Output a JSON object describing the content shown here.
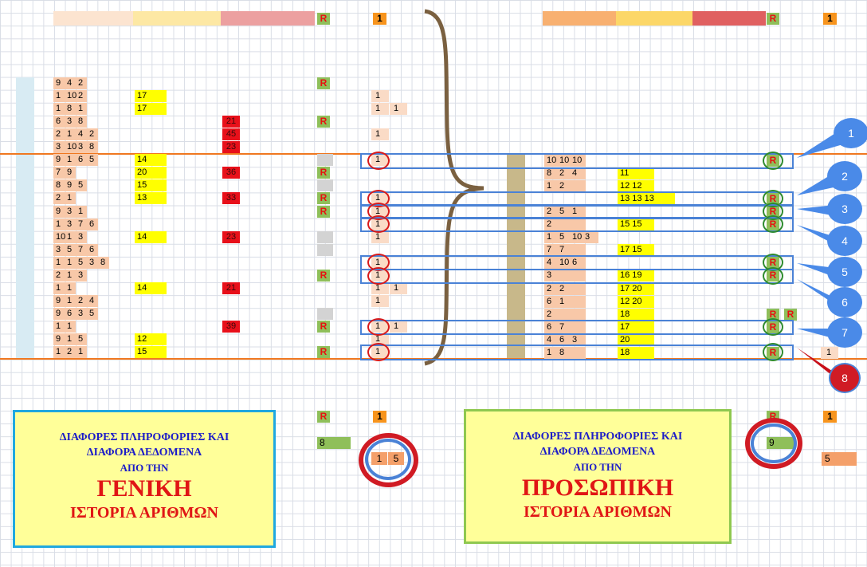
{
  "colors": {
    "number_cell": "#f8c8a8",
    "yellow_cell": "#ffff00",
    "red_cell": "#e8101a",
    "r_badge_bg": "#8fbf5a",
    "r_badge_text": "#e81010",
    "count_badge": "#f7941d",
    "row_box": "#4a82d6",
    "red_ring": "#d81a1a",
    "green_ring": "#2e8b2e",
    "orange_line": "#f07820"
  },
  "header": {
    "r_label": "R",
    "one_label": "1"
  },
  "left_rows": [
    {
      "nums": [
        "9",
        "4",
        "2"
      ],
      "yellow": "",
      "red": "",
      "r": "R",
      "one": ""
    },
    {
      "nums": [
        "1",
        "10",
        "2"
      ],
      "yellow": "17",
      "red": "",
      "r": "",
      "one": "1"
    },
    {
      "nums": [
        "1",
        "8",
        "1"
      ],
      "yellow": "17",
      "red": "",
      "r": "",
      "one": "1",
      "one2": "1"
    },
    {
      "nums": [
        "6",
        "3",
        "8"
      ],
      "yellow": "",
      "red": "21",
      "r": "R",
      "one": ""
    },
    {
      "nums": [
        "2",
        "1",
        "4",
        "2"
      ],
      "yellow": "",
      "red": "45",
      "r": "",
      "one": "1"
    },
    {
      "nums": [
        "3",
        "10",
        "3",
        "8"
      ],
      "yellow": "",
      "red": "23",
      "r": "",
      "one": ""
    },
    {
      "nums": [
        "9",
        "1",
        "6",
        "5"
      ],
      "yellow": "14",
      "red": "",
      "r": "",
      "one": "1"
    },
    {
      "nums": [
        "7",
        "9"
      ],
      "yellow": "20",
      "red": "36",
      "r": "R",
      "one": ""
    },
    {
      "nums": [
        "8",
        "9",
        "5"
      ],
      "yellow": "15",
      "red": "",
      "r": "",
      "one": ""
    },
    {
      "nums": [
        "2",
        "1"
      ],
      "yellow": "13",
      "red": "33",
      "r": "R",
      "one": "1"
    },
    {
      "nums": [
        "9",
        "3",
        "1"
      ],
      "yellow": "",
      "red": "",
      "r": "R",
      "one": "1"
    },
    {
      "nums": [
        "1",
        "3",
        "7",
        "6"
      ],
      "yellow": "",
      "red": "",
      "r": "",
      "one": "1"
    },
    {
      "nums": [
        "10",
        "1",
        "3"
      ],
      "yellow": "14",
      "red": "23",
      "r": "",
      "one": "1"
    },
    {
      "nums": [
        "3",
        "5",
        "7",
        "6"
      ],
      "yellow": "",
      "red": "",
      "r": "",
      "one": ""
    },
    {
      "nums": [
        "1",
        "1",
        "5",
        "3",
        "8"
      ],
      "yellow": "",
      "red": "",
      "r": "",
      "one": "1"
    },
    {
      "nums": [
        "2",
        "1",
        "3"
      ],
      "yellow": "",
      "red": "",
      "r": "R",
      "one": "1"
    },
    {
      "nums": [
        "1",
        "1"
      ],
      "yellow": "14",
      "red": "21",
      "r": "",
      "one": "1",
      "one2": "1"
    },
    {
      "nums": [
        "9",
        "1",
        "2",
        "4"
      ],
      "yellow": "",
      "red": "",
      "r": "",
      "one": "1"
    },
    {
      "nums": [
        "9",
        "6",
        "3",
        "5"
      ],
      "yellow": "",
      "red": "",
      "r": "",
      "one": ""
    },
    {
      "nums": [
        "1",
        "1"
      ],
      "yellow": "",
      "red": "39",
      "r": "R",
      "one": "1",
      "one2": "1"
    },
    {
      "nums": [
        "9",
        "1",
        "5"
      ],
      "yellow": "12",
      "red": "",
      "r": "",
      "one": "1"
    },
    {
      "nums": [
        "1",
        "2",
        "1"
      ],
      "yellow": "15",
      "red": "",
      "r": "R",
      "one": "1"
    }
  ],
  "right_rows": [
    {
      "nums": [
        "10",
        "10",
        "10"
      ],
      "yellow": "",
      "r": "R"
    },
    {
      "nums": [
        "8",
        "2",
        "4"
      ],
      "yellow": "11",
      "r": ""
    },
    {
      "nums": [
        "1",
        "2"
      ],
      "yellow": "12  12",
      "r": ""
    },
    {
      "nums": [],
      "yellow": "13  13  13",
      "r": "R"
    },
    {
      "nums": [
        "2",
        "5",
        "1"
      ],
      "yellow": "",
      "r": "R"
    },
    {
      "nums": [
        "2"
      ],
      "yellow": "15  15",
      "r": "R"
    },
    {
      "nums": [
        "1",
        "5",
        "10",
        "3"
      ],
      "yellow": "",
      "r": ""
    },
    {
      "nums": [
        "7",
        "7"
      ],
      "yellow": "17  15",
      "r": ""
    },
    {
      "nums": [
        "4",
        "10",
        "6"
      ],
      "yellow": "",
      "r": "R"
    },
    {
      "nums": [
        "3"
      ],
      "yellow": "16  19",
      "r": "R"
    },
    {
      "nums": [
        "2",
        "2"
      ],
      "yellow": "17  20",
      "r": ""
    },
    {
      "nums": [
        "6",
        "1"
      ],
      "yellow": "12  20",
      "r": ""
    },
    {
      "nums": [
        "2"
      ],
      "yellow": "18",
      "r": "R",
      "r2": "R"
    },
    {
      "nums": [
        "6",
        "7"
      ],
      "yellow": "17",
      "r": "R"
    },
    {
      "nums": [
        "4",
        "6",
        "3"
      ],
      "yellow": "20",
      "r": ""
    },
    {
      "nums": [
        "1",
        "8"
      ],
      "yellow": "18",
      "r": "R",
      "one": "1"
    }
  ],
  "callouts": [
    "1",
    "2",
    "3",
    "4",
    "5",
    "6",
    "7",
    "8"
  ],
  "summary": {
    "left_r": "R",
    "left_one": "1",
    "left_count": "8",
    "left_pair": [
      "1",
      "5"
    ],
    "right_r": "R",
    "right_one": "1",
    "right_count": "9",
    "right_five": "5"
  },
  "left_panel": {
    "line1": "ΔΙΑΦΟΡΕΣ  ΠΛΗΡΟΦΟΡΙΕΣ  ΚΑΙ",
    "line2": "ΔΙΑΦΟΡΑ  ΔΕΔΟΜΕΝΑ",
    "line3": "ΑΠΟ ΤΗΝ",
    "big": "ΓΕΝΙΚΗ",
    "line5": "ΙΣΤΟΡΙΑ  ΑΡΙΘΜΩΝ"
  },
  "right_panel": {
    "line1": "ΔΙΑΦΟΡΕΣ  ΠΛΗΡΟΦΟΡΙΕΣ  ΚΑΙ",
    "line2": "ΔΙΑΦΟΡΑ  ΔΕΔΟΜΕΝΑ",
    "line3": "ΑΠΟ ΤΗΝ",
    "big": "ΠΡΟΣΩΠΙΚΗ",
    "line5": "ΙΣΤΟΡΙΑ  ΑΡΙΘΜΩΝ"
  }
}
